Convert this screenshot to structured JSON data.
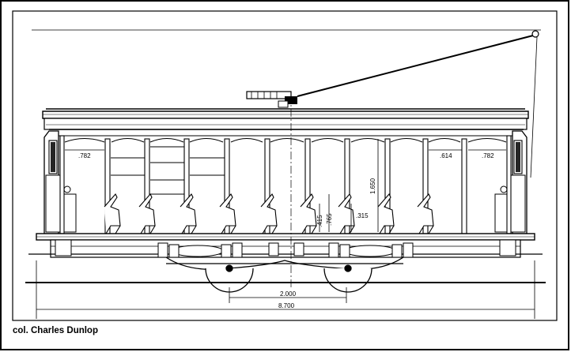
{
  "credit": "col. Charles Dunlop",
  "dimensions": {
    "bay_left_width": ".782",
    "bay_right_width": ".782",
    "bay_inner_width": ".614",
    "window_height": "1.650",
    "floor_height": ".765",
    "seat_height": ".415",
    "seat_depth": ".315",
    "wheelbase": "2.000",
    "overall_length": "8.700"
  }
}
